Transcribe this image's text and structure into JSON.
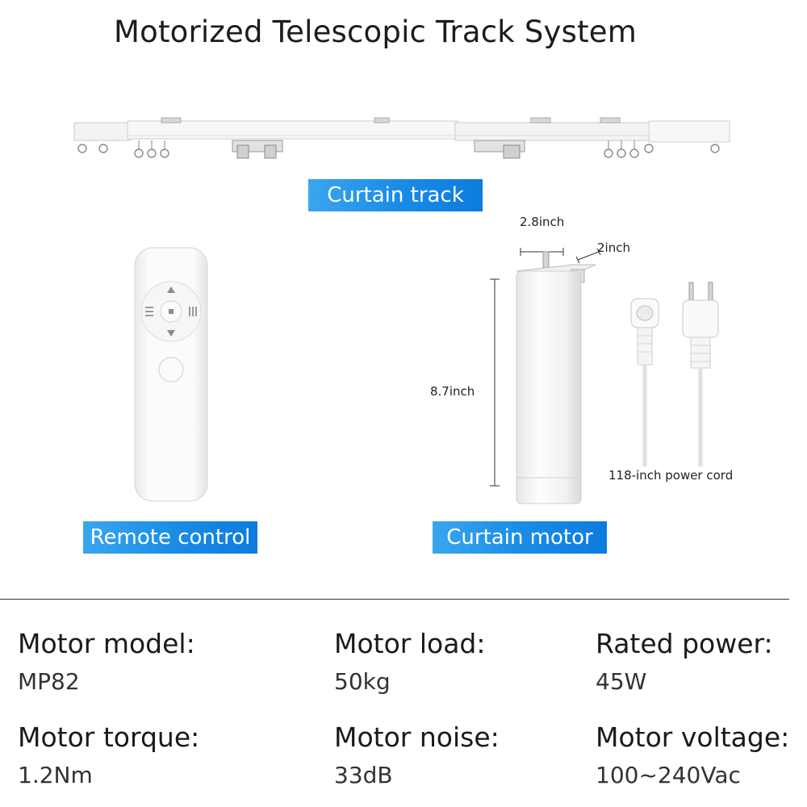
{
  "title": "Motorized Telescopic Track System",
  "labels": {
    "curtain_track": "Curtain track",
    "remote_control": "Remote control",
    "curtain_motor": "Curtain motor"
  },
  "dimensions": {
    "width": "2.8inch",
    "depth": "2inch",
    "height": "8.7inch",
    "power_cord": "118-inch power cord"
  },
  "specs": {
    "motor_model": {
      "label": "Motor model:",
      "value": "MP82"
    },
    "motor_load": {
      "label": "Motor load:",
      "value": "50kg"
    },
    "rated_power": {
      "label": "Rated power:",
      "value": "45W"
    },
    "motor_torque": {
      "label": "Motor torque:",
      "value": "1.2Nm"
    },
    "motor_noise": {
      "label": "Motor noise:",
      "value": "33dB"
    },
    "motor_voltage": {
      "label": "Motor voltage:",
      "value": "100~240Vac"
    }
  },
  "colors": {
    "label_gradient_start": "#3aa6ee",
    "label_gradient_end": "#0c7bdf",
    "product_white": "#f4f4f4"
  },
  "icons": [
    "remote-up-arrow-icon",
    "remote-down-arrow-icon",
    "remote-stop-icon",
    "remote-left-icon",
    "remote-right-icon"
  ]
}
